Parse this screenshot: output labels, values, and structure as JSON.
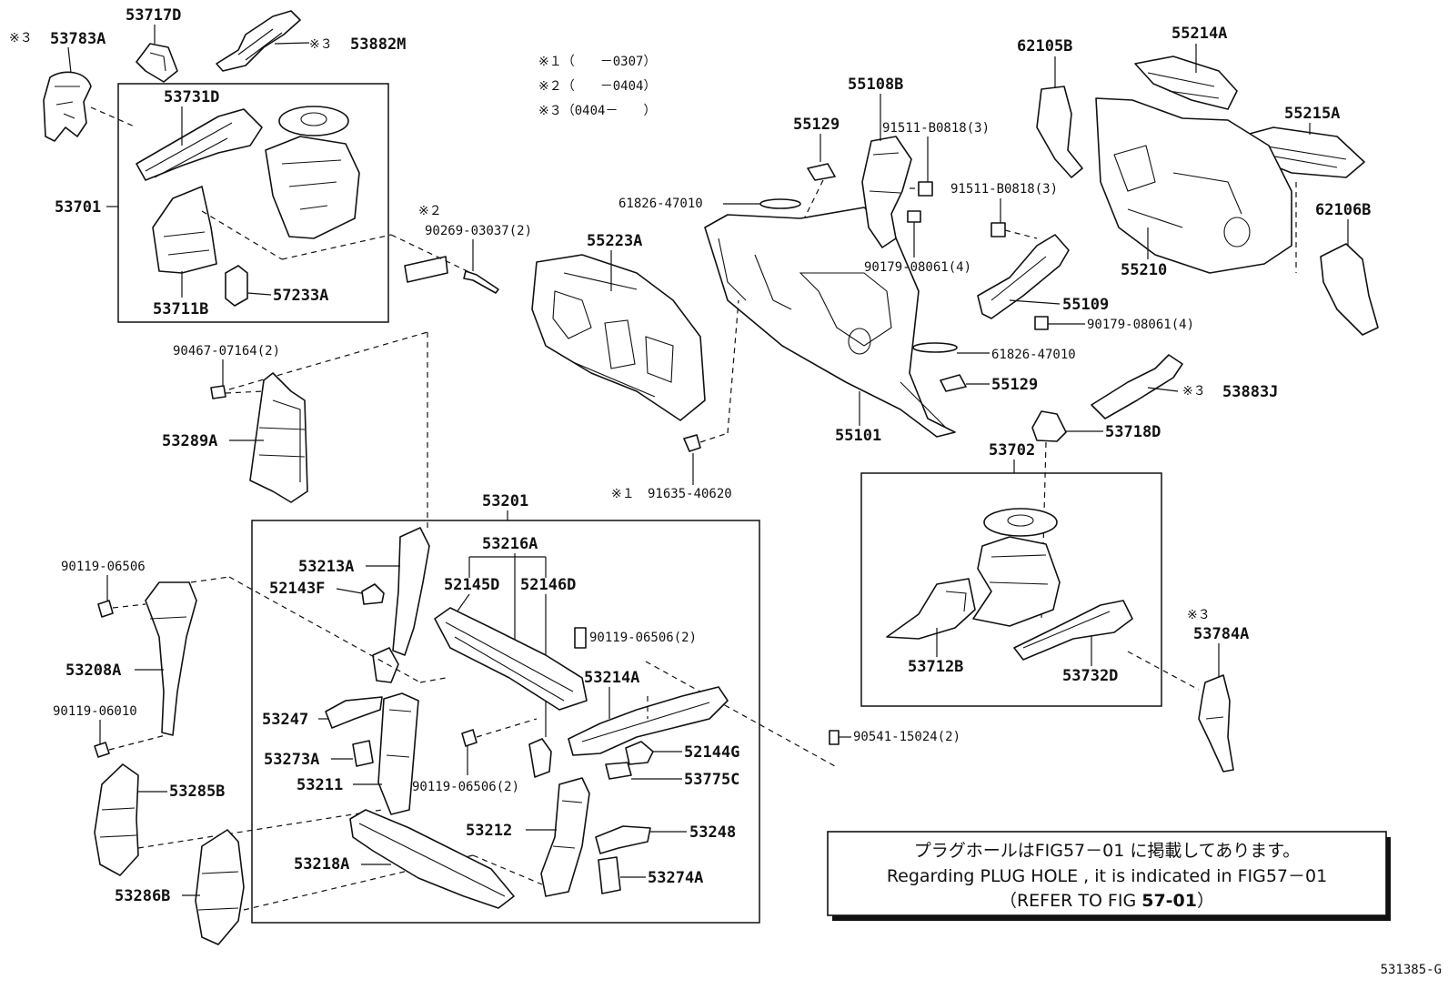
{
  "notes": {
    "n1": "※１（　　－0307）",
    "n2": "※２（　　－0404）",
    "n3": "※３（0404－　　）"
  },
  "plug_hole": {
    "line1": "プラグホールはFIG57－01 に掲載してあります。",
    "line2": "Regarding PLUG HOLE , it is indicated in FIG57－01",
    "line3_prefix": "（REFER TO FIG ",
    "line3_ref": "57-01",
    "line3_suffix": "）"
  },
  "figure_id": "531385-G",
  "mark3": "※３",
  "mark2": "※２",
  "mark1": "※１",
  "labels": {
    "p53783A": "53783A",
    "p53717D": "53717D",
    "p53882M": "53882M",
    "p53731D": "53731D",
    "p53701": "53701",
    "p53711B": "53711B",
    "p57233A": "57233A",
    "p90269": "90269-03037(2)",
    "p55223A": "55223A",
    "p61826a": "61826-47010",
    "p55129a": "55129",
    "p55108B": "55108B",
    "p91511a": "91511-B0818(3)",
    "p91511b": "91511-B0818(3)",
    "p90179a": "90179-08061(4)",
    "p62105B": "62105B",
    "p55214A": "55214A",
    "p55215A": "55215A",
    "p62106B": "62106B",
    "p55210": "55210",
    "p55109": "55109",
    "p90179b": "90179-08061(4)",
    "p61826b": "61826-47010",
    "p55129b": "55129",
    "p55101": "55101",
    "p53883J": "53883J",
    "p53718D": "53718D",
    "p53702": "53702",
    "p90467": "90467-07164(2)",
    "p53289A": "53289A",
    "p91635": "91635-40620",
    "p53201": "53201",
    "p53216A": "53216A",
    "p53213A": "53213A",
    "p52143F": "52143F",
    "p52145D": "52145D",
    "p52146D": "52146D",
    "p90119a": "90119-06506",
    "p53208A": "53208A",
    "p90119b": "90119-06010",
    "p90119c": "90119-06506(2)",
    "p53214A": "53214A",
    "p53247": "53247",
    "p53273A": "53273A",
    "p53211": "53211",
    "p90119d": "90119-06506(2)",
    "p52144G": "52144G",
    "p53775C": "53775C",
    "p53285B": "53285B",
    "p53212": "53212",
    "p53248": "53248",
    "p53218A": "53218A",
    "p53274A": "53274A",
    "p53286B": "53286B",
    "p53712B": "53712B",
    "p53732D": "53732D",
    "p53784A": "53784A",
    "p90541": "90541-15024(2)"
  }
}
